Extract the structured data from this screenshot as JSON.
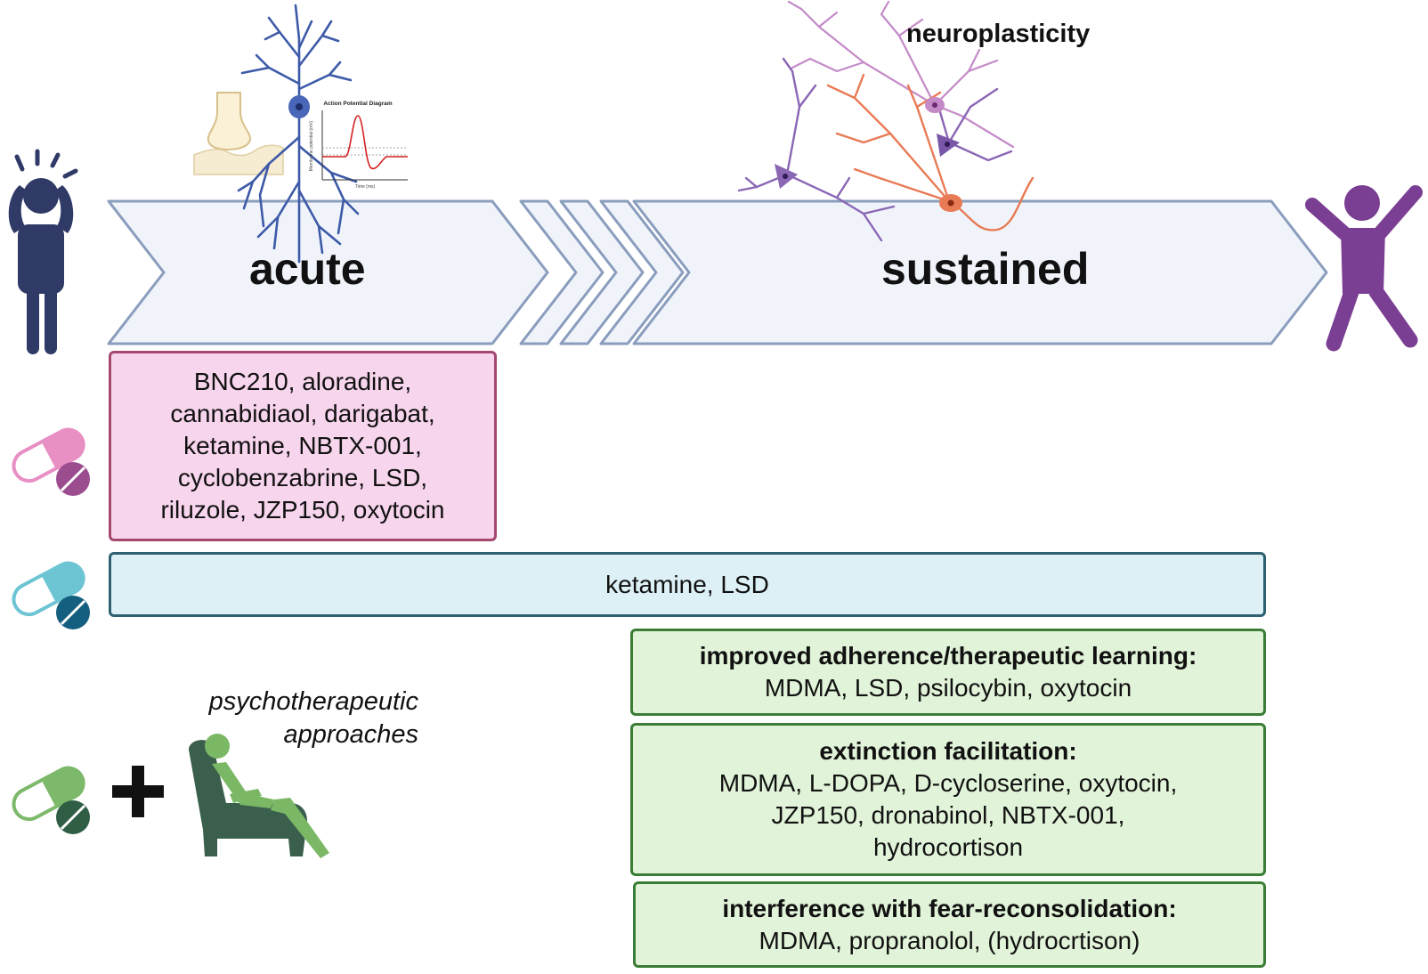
{
  "stages": {
    "acute": "acute",
    "sustained": "sustained",
    "neuroplasticity": "neuroplasticity"
  },
  "inset": {
    "title": "Action Potential Diagram",
    "ylabel": "Membrane potential (mV)",
    "xlabel": "Time (ms)"
  },
  "acute_box": {
    "lines": [
      "BNC210, aloradine,",
      "cannabidiaol, darigabat,",
      "ketamine, NBTX-001,",
      "cyclobenzabrine, LSD,",
      "riluzole, JZP150, oxytocin"
    ]
  },
  "both_box": {
    "text": "ketamine, LSD"
  },
  "psychotherapy": {
    "label_line1": "psychotherapeutic",
    "label_line2": "approaches",
    "boxes": [
      {
        "header": "improved adherence/therapeutic learning:",
        "lines": [
          "MDMA, LSD, psilocybin, oxytocin"
        ]
      },
      {
        "header": "extinction facilitation:",
        "lines": [
          "MDMA, L-DOPA, D-cycloserine, oxytocin,",
          "JZP150,  dronabinol, NBTX-001,",
          "hydrocortison"
        ]
      },
      {
        "header": "interference with fear-reconsolidation:",
        "lines": [
          "MDMA, propranolol, (hydrocrtison)"
        ]
      }
    ]
  },
  "colors": {
    "arrow_fill": "#f0f4fa",
    "arrow_stroke": "#8a9dbd",
    "person_distressed": "#303a67",
    "person_happy": "#7a3e93",
    "pill_acute": "#e88fc4",
    "pill_acute_tablet": "#9c4d8f",
    "pill_both": "#6dc5d4",
    "pill_both_tablet": "#145e80",
    "pill_psy": "#7db96a",
    "pill_psy_tablet": "#2f5e45",
    "chair": "#3a5f4c",
    "patient": "#7ab866",
    "neuron_blue": "#3d5aa8",
    "neuron_pink": "#b76fb9",
    "neuron_orange": "#e87a55",
    "neuron_violet": "#8a66b4"
  },
  "icons": [
    "distressed-person-icon",
    "happy-person-icon",
    "neuron-icon",
    "synapse-icon",
    "action-potential-icon",
    "pill-icon",
    "plus-icon",
    "armchair-icon"
  ]
}
